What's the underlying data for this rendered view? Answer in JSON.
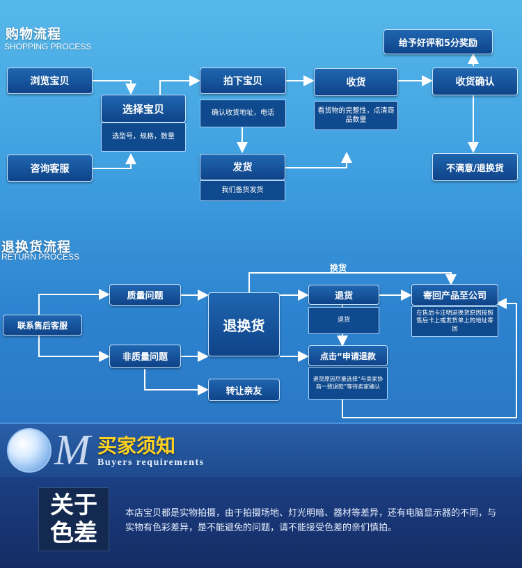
{
  "shopping": {
    "title_cn": "购物流程",
    "title_en": "SHOPPING PROCESS",
    "browse": "浏览宝贝",
    "select": "选择宝贝",
    "select_note": "选型号，规格，数量",
    "consult": "咨询客服",
    "order": "拍下宝贝",
    "order_note": "确认收货地址，电话",
    "ship": "发货",
    "ship_note": "我们备货发货",
    "receive": "收货",
    "receive_note": "看货物的完整性，点清商品数量",
    "confirm": "收货确认",
    "reward": "给予好评和5分奖励",
    "unsatisfied": "不满意/退换货"
  },
  "returns": {
    "title_cn": "退换货流程",
    "title_en": "RETURN PROCESS",
    "contact": "联系售后客服",
    "quality": "质量问题",
    "non_quality": "非质量问题",
    "center": "退换货",
    "exchange_label": "换货",
    "refund": "退货",
    "refund_note": "退货",
    "apply": "点击“申请退款",
    "apply_note": "退货原因尽量选择“与卖家协商一致退款”等待卖家确认",
    "sendback": "寄回产品至公司",
    "sendback_note": "在售后卡注明退换货原因按照售后卡上或发货单上的地址寄回",
    "transfer": "转让亲友"
  },
  "banner": {
    "letter": "M",
    "title_cn": "买家须知",
    "title_en": "Buyers requirements"
  },
  "notice": {
    "tag_line1": "关于",
    "tag_line2": "色差",
    "text": "本店宝贝都是实物拍摄，由于拍摄场地、灯光明暗、器材等差异，还有电脑显示器的不同，与实物有色彩差异，是不能避免的问题，请不能接受色差的亲们慎拍。"
  }
}
